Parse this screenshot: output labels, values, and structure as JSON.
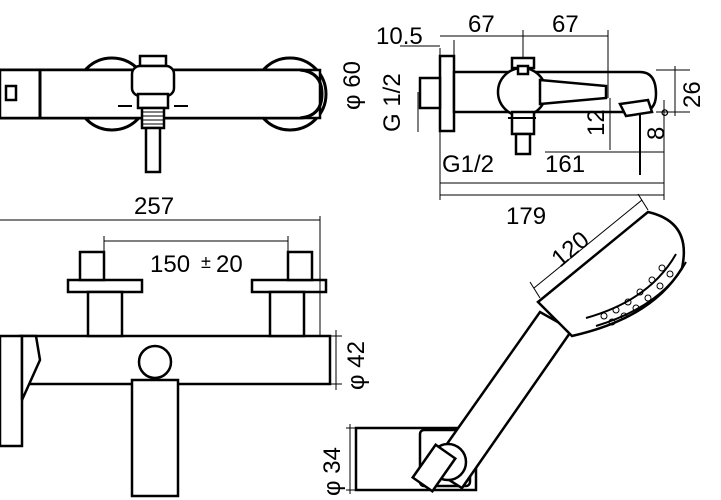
{
  "dimensions": {
    "top_left_a": "10.5",
    "top_mid": "67",
    "top_right": "67",
    "dia_60": "φ 60",
    "g12_left": "G 1/2",
    "g12_bottom": "G1/2",
    "d161": "161",
    "d26": "26",
    "d12": "12",
    "d8": "8",
    "deg": "°",
    "d179": "179",
    "d257": "257",
    "d150": "150",
    "pm": "±",
    "d20": "20",
    "d120": "120",
    "dia_42": "φ 42",
    "dia_34": "φ 34"
  },
  "colors": {
    "line": "#000000",
    "background": "#ffffff"
  }
}
